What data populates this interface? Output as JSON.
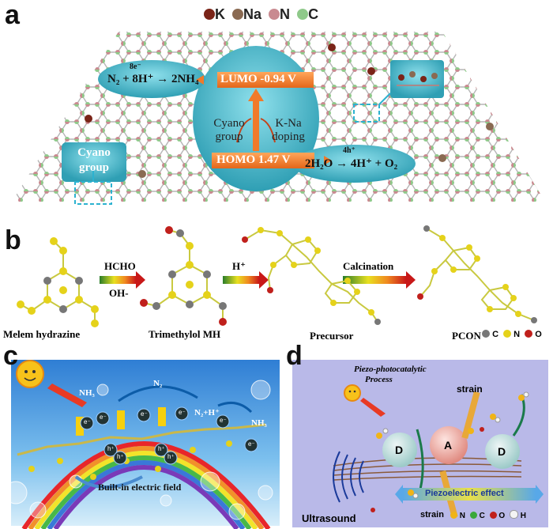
{
  "colors": {
    "teal": "#46b6c8",
    "teal_light": "#8fd6e0",
    "orange": "#f07a2a",
    "k_atom": "#7a2418",
    "na_atom": "#8a6a52",
    "n_atom": "#c98a90",
    "c_atom": "#8fc98a",
    "purple_panel": "#b9b9e8",
    "sky": "#4aa0dc"
  },
  "panel_a": {
    "label": "a",
    "legend": [
      {
        "symbol": "K",
        "icon": "k-atom-icon"
      },
      {
        "symbol": "Na",
        "icon": "na-atom-icon"
      },
      {
        "symbol": "N",
        "icon": "n-atom-icon"
      },
      {
        "symbol": "C",
        "icon": "c-atom-icon"
      }
    ],
    "reaction_n2": "N₂ + 8H⁺ → 2NH₄",
    "reaction_n2_over": "8e⁻",
    "lumo": "LUMO -0.94 V",
    "homo": "HOMO 1.47 V",
    "cyano_group_center": "Cyano group",
    "k_na_doping": "K-Na doping",
    "cyano_group_box": "Cyano group",
    "reaction_water": "2H₂O → 4H⁺ + O₂",
    "reaction_water_over": "4h⁺"
  },
  "panel_b": {
    "label": "b",
    "step1_top": "HCHO",
    "step1_bottom": "OH-",
    "step2_top": "H⁺",
    "step3_top": "Calcination",
    "mol1": "Melem hydrazine",
    "mol2": "Trimethylol MH",
    "mol3": "Precursor",
    "mol4": "PCON",
    "legend": [
      {
        "symbol": "C",
        "color": "#777777"
      },
      {
        "symbol": "N",
        "color": "#e5d21a"
      },
      {
        "symbol": "O",
        "color": "#c0201c"
      }
    ]
  },
  "panel_c": {
    "label": "c",
    "nh3_left": "NH₃",
    "n2": "N₂",
    "n2_h": "N₂+H⁺",
    "nh3_right": "NH₃",
    "field": "Built-in electric field",
    "charges": [
      "e⁻",
      "e⁻",
      "e⁻",
      "e⁻",
      "e⁻",
      "h⁺",
      "h⁺",
      "h⁺",
      "h⁺",
      "e⁻"
    ]
  },
  "panel_d": {
    "label": "d",
    "title_line1": "Piezo-photocatalytic",
    "title_line2": "Process",
    "strain_top": "strain",
    "strain_bottom": "strain",
    "donor_left": "D",
    "acceptor": "A",
    "donor_right": "D",
    "piezo_effect": "Piezoelectric effect",
    "ultrasound": "Ultrasound",
    "legend": [
      {
        "symbol": "N",
        "color": "#f0b418"
      },
      {
        "symbol": "C",
        "color": "#3aa83a"
      },
      {
        "symbol": "O",
        "color": "#c0201c"
      },
      {
        "symbol": "H",
        "color": "#f4f4f4"
      }
    ]
  }
}
